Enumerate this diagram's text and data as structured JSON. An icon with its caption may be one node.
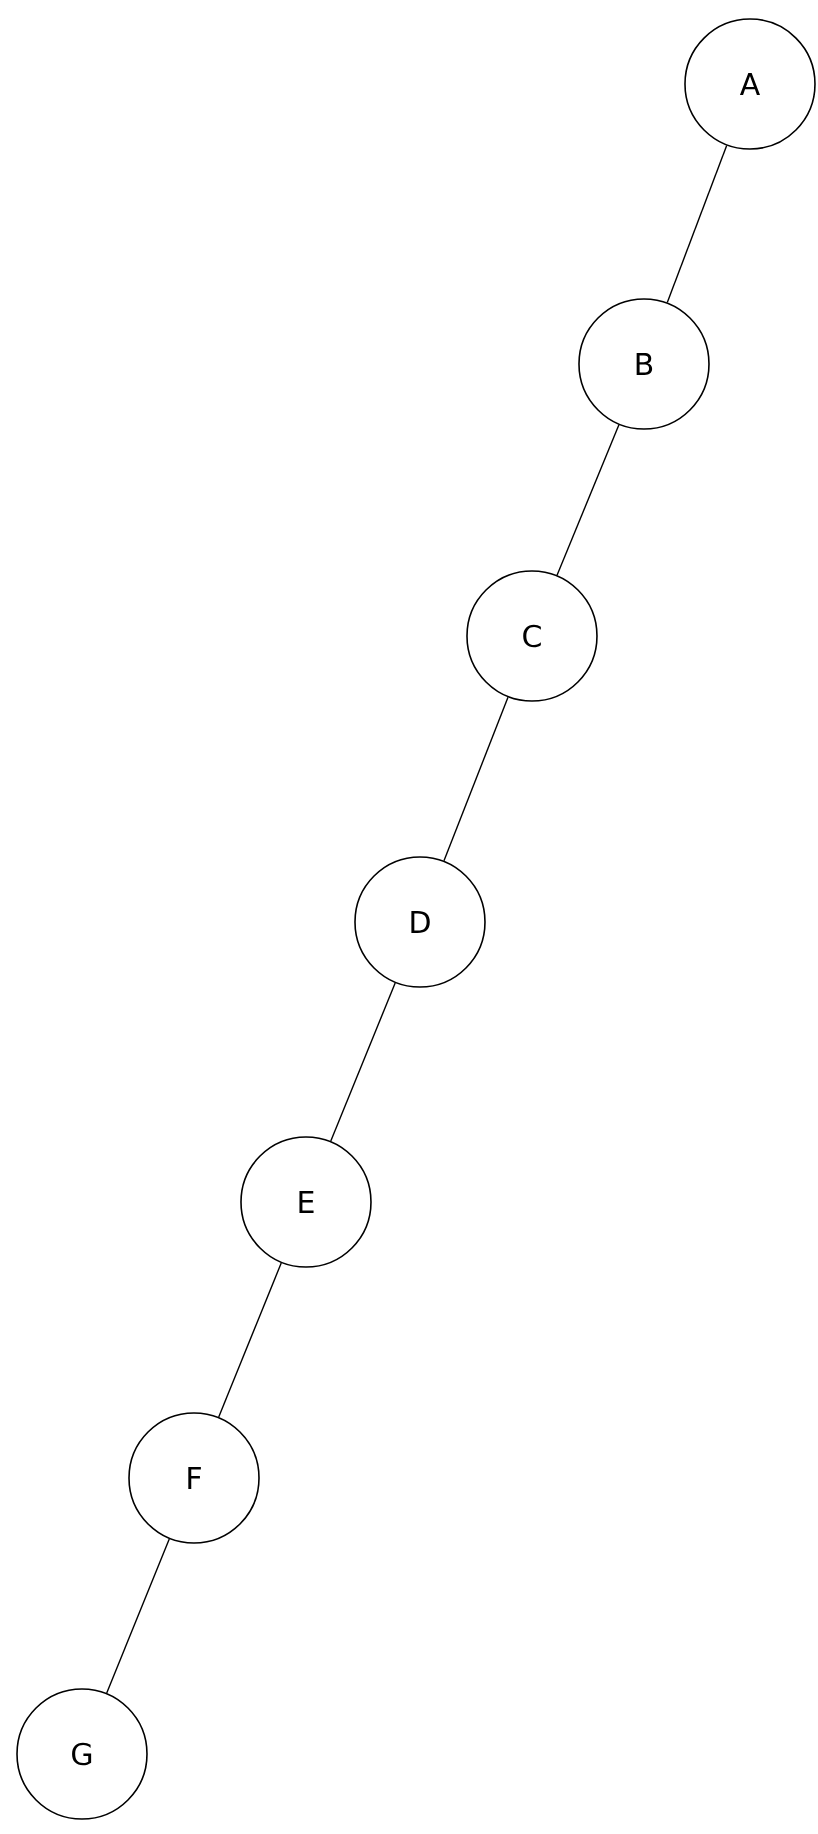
{
  "diagram": {
    "nodes": [
      {
        "text": [
          "A"
        ]
      },
      {
        "text": [
          "B"
        ]
      },
      {
        "text": [
          "C"
        ]
      },
      {
        "text": [
          "D"
        ]
      },
      {
        "text": [
          "E"
        ]
      },
      {
        "text": [
          "F"
        ]
      },
      {
        "text": [
          "G"
        ]
      }
    ],
    "edges": [
      {
        "from": 0,
        "to": 1,
        "arrow": "none"
      },
      {
        "from": 1,
        "to": 2,
        "arrow": "none"
      },
      {
        "from": 2,
        "to": 3,
        "arrow": "none"
      },
      {
        "from": 3,
        "to": 4,
        "arrow": "none"
      },
      {
        "from": 4,
        "to": 5,
        "arrow": "none"
      },
      {
        "from": 5,
        "to": 6,
        "arrow": "none"
      }
    ]
  }
}
